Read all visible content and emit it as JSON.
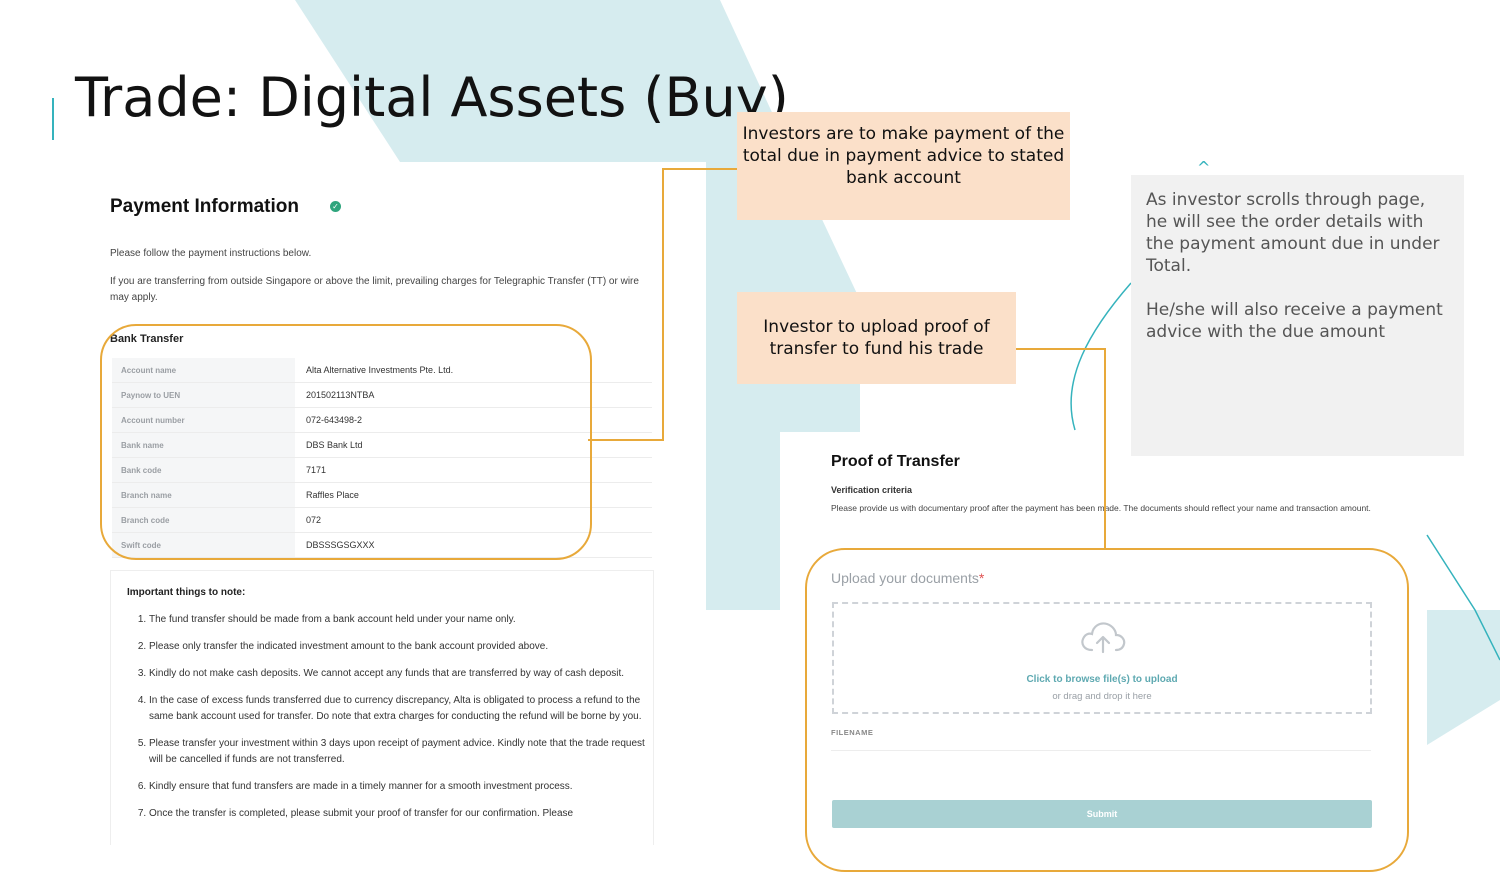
{
  "slide": {
    "title": "Trade: Digital Assets (Buy)",
    "colors": {
      "accent_teal": "#35b3bd",
      "callout_peach": "#fbe0c9",
      "highlight_orange": "#e8a93a",
      "callout_grey": "#f1f1f1"
    }
  },
  "payment_info": {
    "title": "Payment Information",
    "verified_icon": "check-circle-icon",
    "instruction": "Please follow the payment instructions below.",
    "limit_note": "If you are transferring from outside Singapore or above the limit, prevailing charges for Telegraphic Transfer (TT) or wire may apply.",
    "bank_transfer": {
      "title": "Bank Transfer",
      "rows": [
        {
          "label": "Account name",
          "value": "Alta Alternative Investments Pte. Ltd."
        },
        {
          "label": "Paynow to UEN",
          "value": "201502113NTBA"
        },
        {
          "label": "Account number",
          "value": "072-643498-2"
        },
        {
          "label": "Bank name",
          "value": "DBS Bank Ltd"
        },
        {
          "label": "Bank code",
          "value": "7171"
        },
        {
          "label": "Branch name",
          "value": "Raffles Place"
        },
        {
          "label": "Branch code",
          "value": "072"
        },
        {
          "label": "Swift code",
          "value": "DBSSSGSGXXX"
        }
      ]
    },
    "notes": {
      "title": "Important things to note:",
      "items": [
        "The fund transfer should be made from a bank account held under your name only.",
        "Please only transfer the indicated investment amount to the bank account provided above.",
        "Kindly do not make cash deposits. We cannot accept any funds that are transferred by way of cash deposit.",
        "In the case of excess funds transferred due to currency discrepancy, Alta is obligated to process a refund to the same bank account used for transfer. Do note that extra charges for conducting the refund will be borne by you.",
        "Please transfer your investment within 3 days upon receipt of payment advice. Kindly note that the trade request will be cancelled if funds are not transferred.",
        "Kindly ensure that fund transfers are made in a timely manner for a smooth investment process.",
        "Once the transfer is completed, please submit your proof of transfer for our confirmation. Please"
      ]
    }
  },
  "callouts": {
    "payment": "Investors are to make payment of the total due in payment advice to stated bank account",
    "upload": "Investor to upload proof of transfer to fund his trade",
    "scroll_p1": "As investor scrolls through page, he will see the order details with the payment amount due in under Total.",
    "scroll_p2": "He/she will also receive a payment advice with the due amount",
    "caret": "^"
  },
  "proof_of_transfer": {
    "title": "Proof of Transfer",
    "verification_label": "Verification criteria",
    "description": "Please provide us with documentary proof after the payment has been made. The documents should reflect your name and transaction amount.",
    "upload_label": "Upload your documents",
    "required_mark": "*",
    "upload_icon": "cloud-upload-icon",
    "browse_text": "Click to browse file(s) to upload",
    "drag_text": "or drag and drop it here",
    "filename_label": "FILENAME",
    "submit_label": "Submit"
  }
}
